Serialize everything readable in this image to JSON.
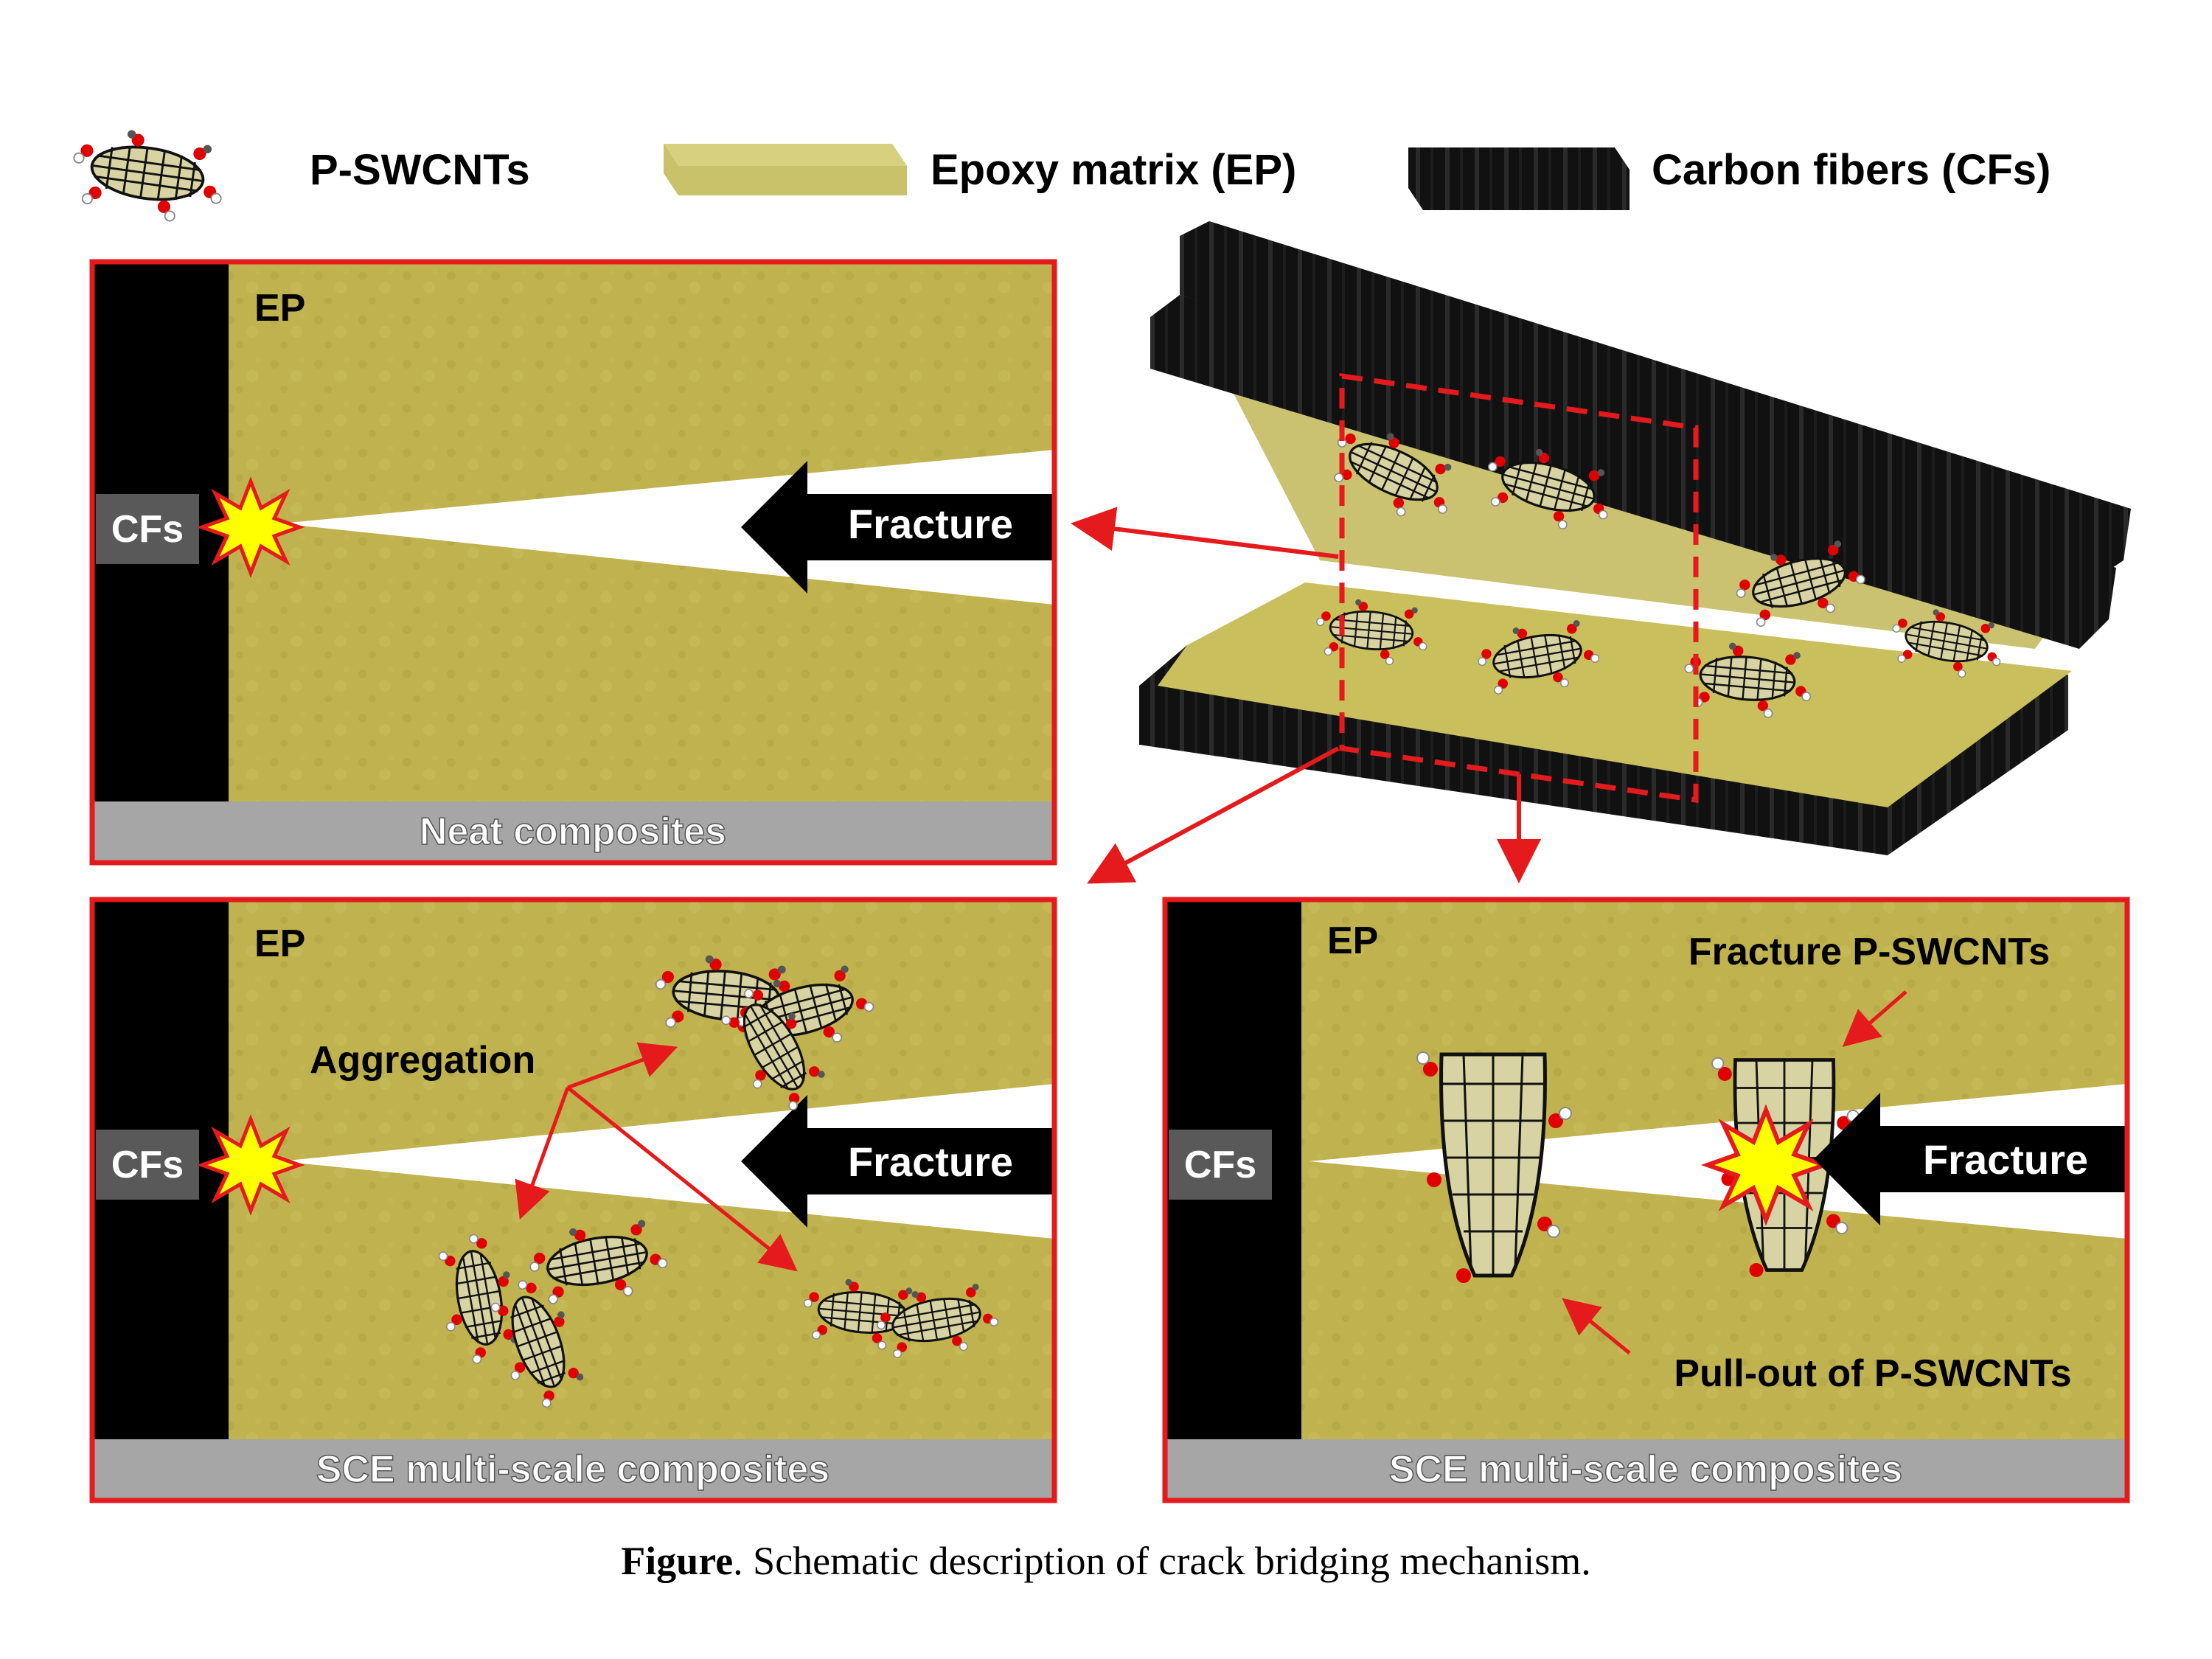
{
  "legend": {
    "swcnt_label": "P-SWCNTs",
    "epoxy_label": "Epoxy matrix (EP)",
    "cf_label": "Carbon fibers (CFs)"
  },
  "panels": {
    "neat": {
      "ep": "EP",
      "cfs": "CFs",
      "fracture": "Fracture",
      "footer": "Neat composites"
    },
    "sce_aggregation": {
      "ep": "EP",
      "cfs": "CFs",
      "fracture": "Fracture",
      "aggregation": "Aggregation",
      "footer": "SCE multi-scale composites"
    },
    "sce_bridging": {
      "ep": "EP",
      "cfs": "CFs",
      "fracture": "Fracture",
      "fracture_swcnt": "Fracture P-SWCNTs",
      "pullout": "Pull-out of P-SWCNTs",
      "footer": "SCE multi-scale composites"
    }
  },
  "caption": {
    "bold": "Figure",
    "text": ". Schematic description of crack bridging mechanism."
  },
  "colors": {
    "epoxy": "#bfb24f",
    "fiber": "#000000",
    "frame": "#e41a1c",
    "spark": "#ffff00",
    "footer_bar": "#a6a6a6",
    "cf_box": "#595959"
  }
}
